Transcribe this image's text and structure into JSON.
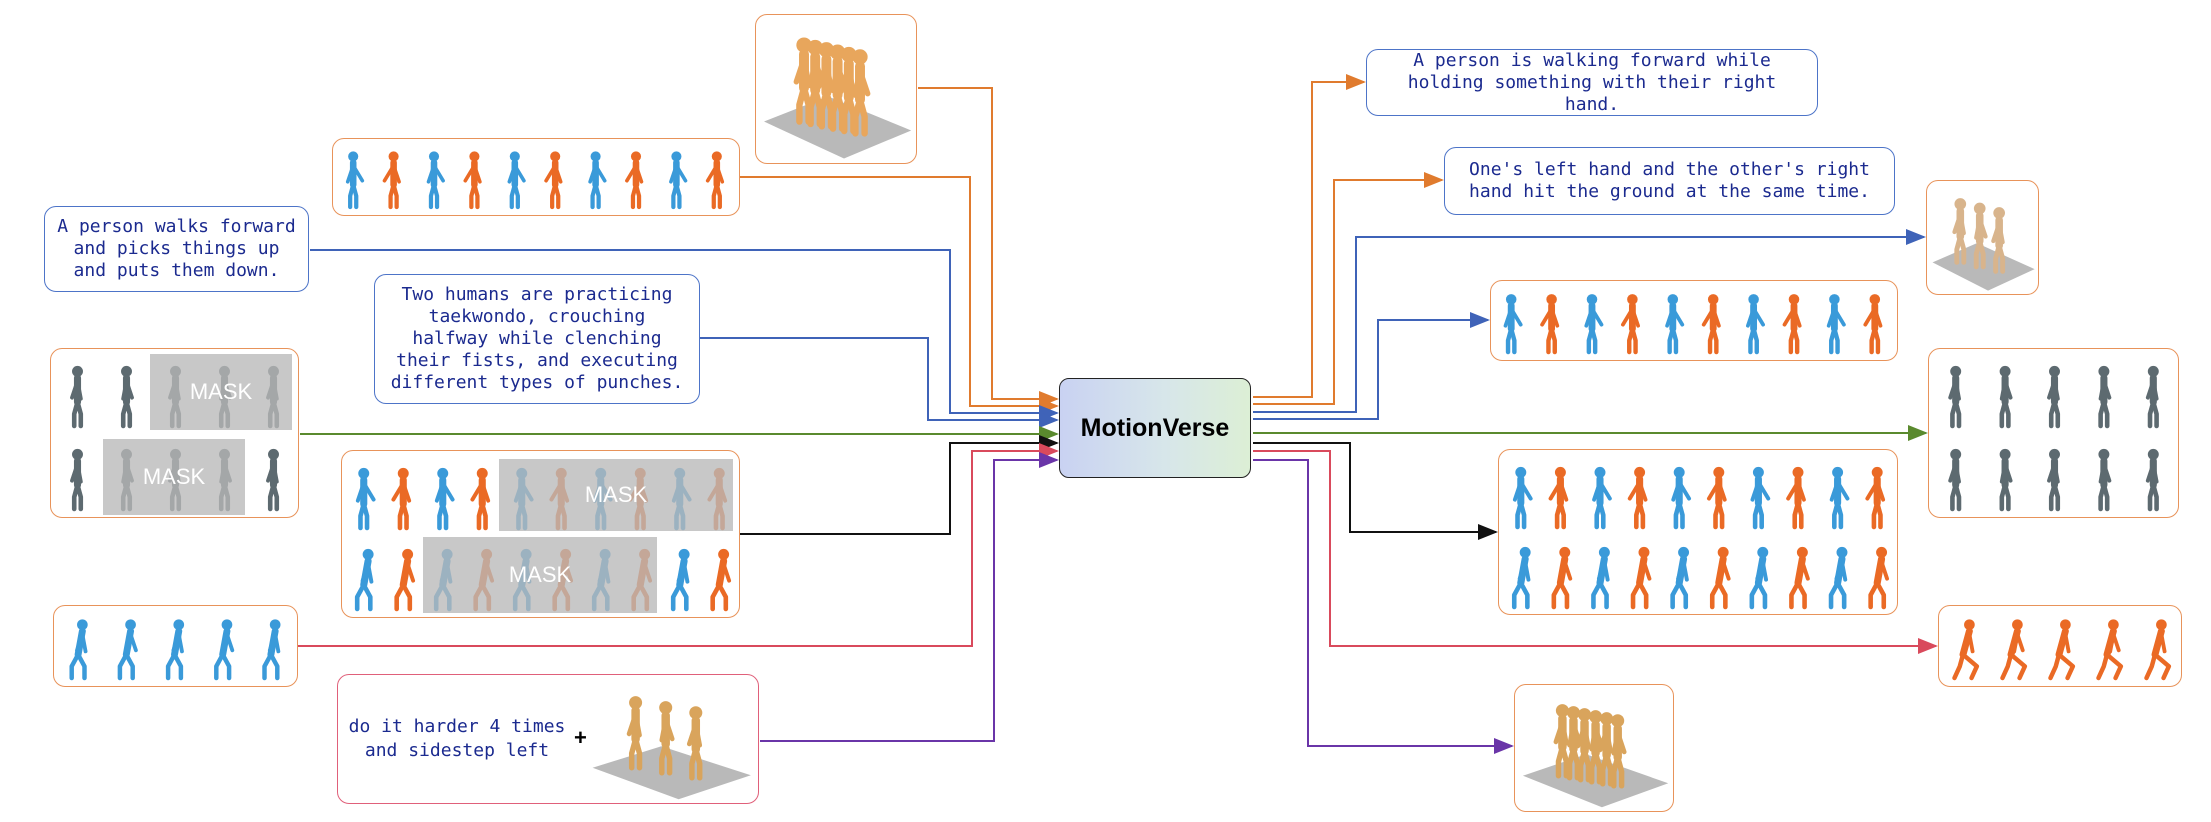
{
  "core": {
    "label": "MotionVerse"
  },
  "texts": {
    "in_walk": "A person walks forward\nand picks things up\nand puts them down.",
    "in_taekwondo": "Two humans are practicing\ntaekwondo, crouching\nhalfway while clenching\ntheir fists, and executing\ndifferent types of punches.",
    "out_walk": "A person is walking forward while\nholding something with their right hand.",
    "out_hands": "One's left hand and the other's right\nhand hit the ground at the same time.",
    "edit_prompt": "do it harder 4 times\nand sidestep left",
    "plus": "+",
    "mask": "MASK"
  },
  "colors": {
    "orange": "#e07b2e",
    "blue": "#3f63b8",
    "green": "#5a8a2e",
    "black": "#111111",
    "red": "#d94a5c",
    "purple": "#6a35a8",
    "person_blue": "#3a9ad9",
    "person_orange": "#ea6a25",
    "person_gray": "#5d6a70",
    "person_gold": "#d9a45c"
  },
  "icons": {
    "figure": "human-figure-icon",
    "scene": "3d-motion-scene-icon"
  }
}
